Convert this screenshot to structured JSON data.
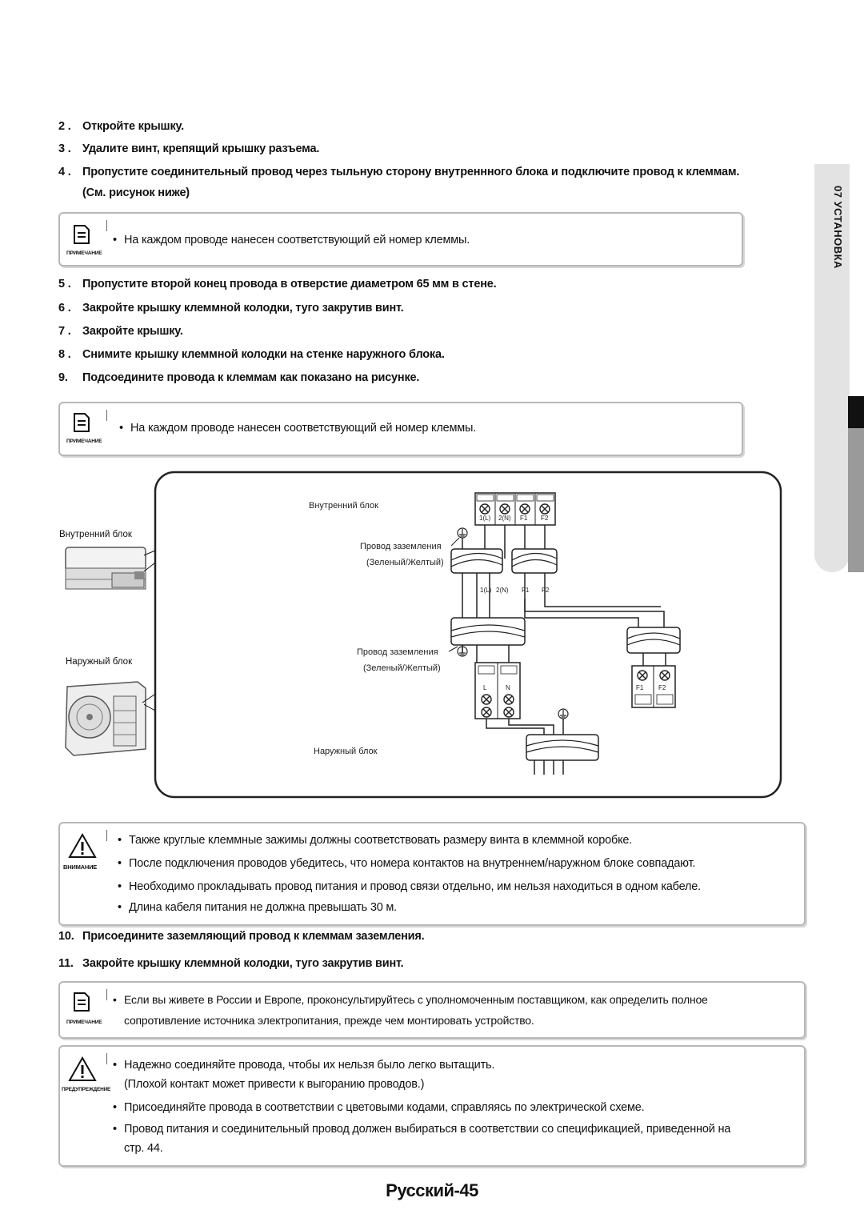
{
  "steps_top": [
    {
      "num": "2 .",
      "text": "Откройте крышку."
    },
    {
      "num": "3 .",
      "text": "Удалите винт, крепящий крышку разъема."
    },
    {
      "num": "4 .",
      "text": "Пропустите соединительный провод через тыльную сторону внутреннного блока и подключите провод к клеммам."
    }
  ],
  "step4_cont": "(См. рисунок ниже)",
  "note1": {
    "label": "ПРИМЕЧАНИЕ",
    "text": "На каждом проводе нанесен соответствующий ей номер клеммы."
  },
  "steps_mid": [
    {
      "num": "5 .",
      "text": "Пропустите второй конец провода в отверстие диаметром 65 мм в стене."
    },
    {
      "num": "6 .",
      "text": "Закройте крышку клеммной колодки, туго закрутив винт."
    },
    {
      "num": "7 .",
      "text": "Закройте крышку."
    },
    {
      "num": "8 .",
      "text": "Снимите крышку клеммной колодки на стенке наружного блока."
    },
    {
      "num": "9.",
      "text": "Подсоедините провода к клеммам как показано на рисунке."
    }
  ],
  "note2": {
    "label": "ПРИМЕЧАНИЕ",
    "text": "На каждом проводе нанесен соответствующий ей номер клеммы."
  },
  "diagram": {
    "indoor_unit": "Внутренний блок",
    "outdoor_unit": "Наружный блок",
    "indoor_unit_left": "Внутренний блок",
    "outdoor_unit_left": "Наружный блок",
    "ground_wire": "Провод заземления",
    "ground_color": "(Зеленый/Желтый)",
    "ground_wire_2": "Провод заземления",
    "ground_color_2": "(Зеленый/Желтый)",
    "indoor_terminals": [
      "1(L)",
      "2(N)",
      "F1",
      "F2"
    ],
    "wire_labels": [
      "1(L)",
      "2(N)",
      "F1",
      "F2"
    ],
    "outdoor_power_terminals": [
      "L",
      "N"
    ],
    "outdoor_comm_terminals": [
      "F1",
      "F2"
    ]
  },
  "caution": {
    "label": "ВНИМАНИЕ",
    "items": [
      "Также круглые клеммные зажимы должны соответствовать размеру винта в клеммной коробке.",
      "После подключения проводов убедитесь, что номера контактов на внутреннем/наружном блоке совпадают.",
      "Необходимо прокладывать провод питания и провод связи отдельно, им нельзя находиться в одном кабеле.",
      "Длина кабеля питания не должна превышать 30 м."
    ]
  },
  "steps_bottom": [
    {
      "num": "10.",
      "text": "Присоедините заземляющий провод к клеммам заземления."
    },
    {
      "num": "11.",
      "text": "Закройте крышку клеммной колодки, туго закрутив винт."
    }
  ],
  "note3": {
    "label": "ПРИМЕЧАНИЕ",
    "line1": "Если вы живете в России и Европе, проконсультируйтесь с уполномоченным поставщиком, как определить полное",
    "line2": "сопротивление источника электропитания, прежде чем монтировать устройство."
  },
  "warning": {
    "label": "ПРЕДУПРЕЖДЕНИЕ",
    "item1_line1": "Надежно соединяйте провода, чтобы их нельзя было легко вытащить.",
    "item1_line2": "(Плохой контакт может привести к выгоранию проводов.)",
    "item2": "Присоединяйте провода в соответствии с цветовыми кодами, справляясь по электрической схеме.",
    "item3_line1": "Провод питания и соединительный провод должен выбираться в соответствии со спецификацией, приведенной на",
    "item3_line2": "стр. 44."
  },
  "side_tab": "07  УСТАНОВКА",
  "footer": "Русский-45"
}
